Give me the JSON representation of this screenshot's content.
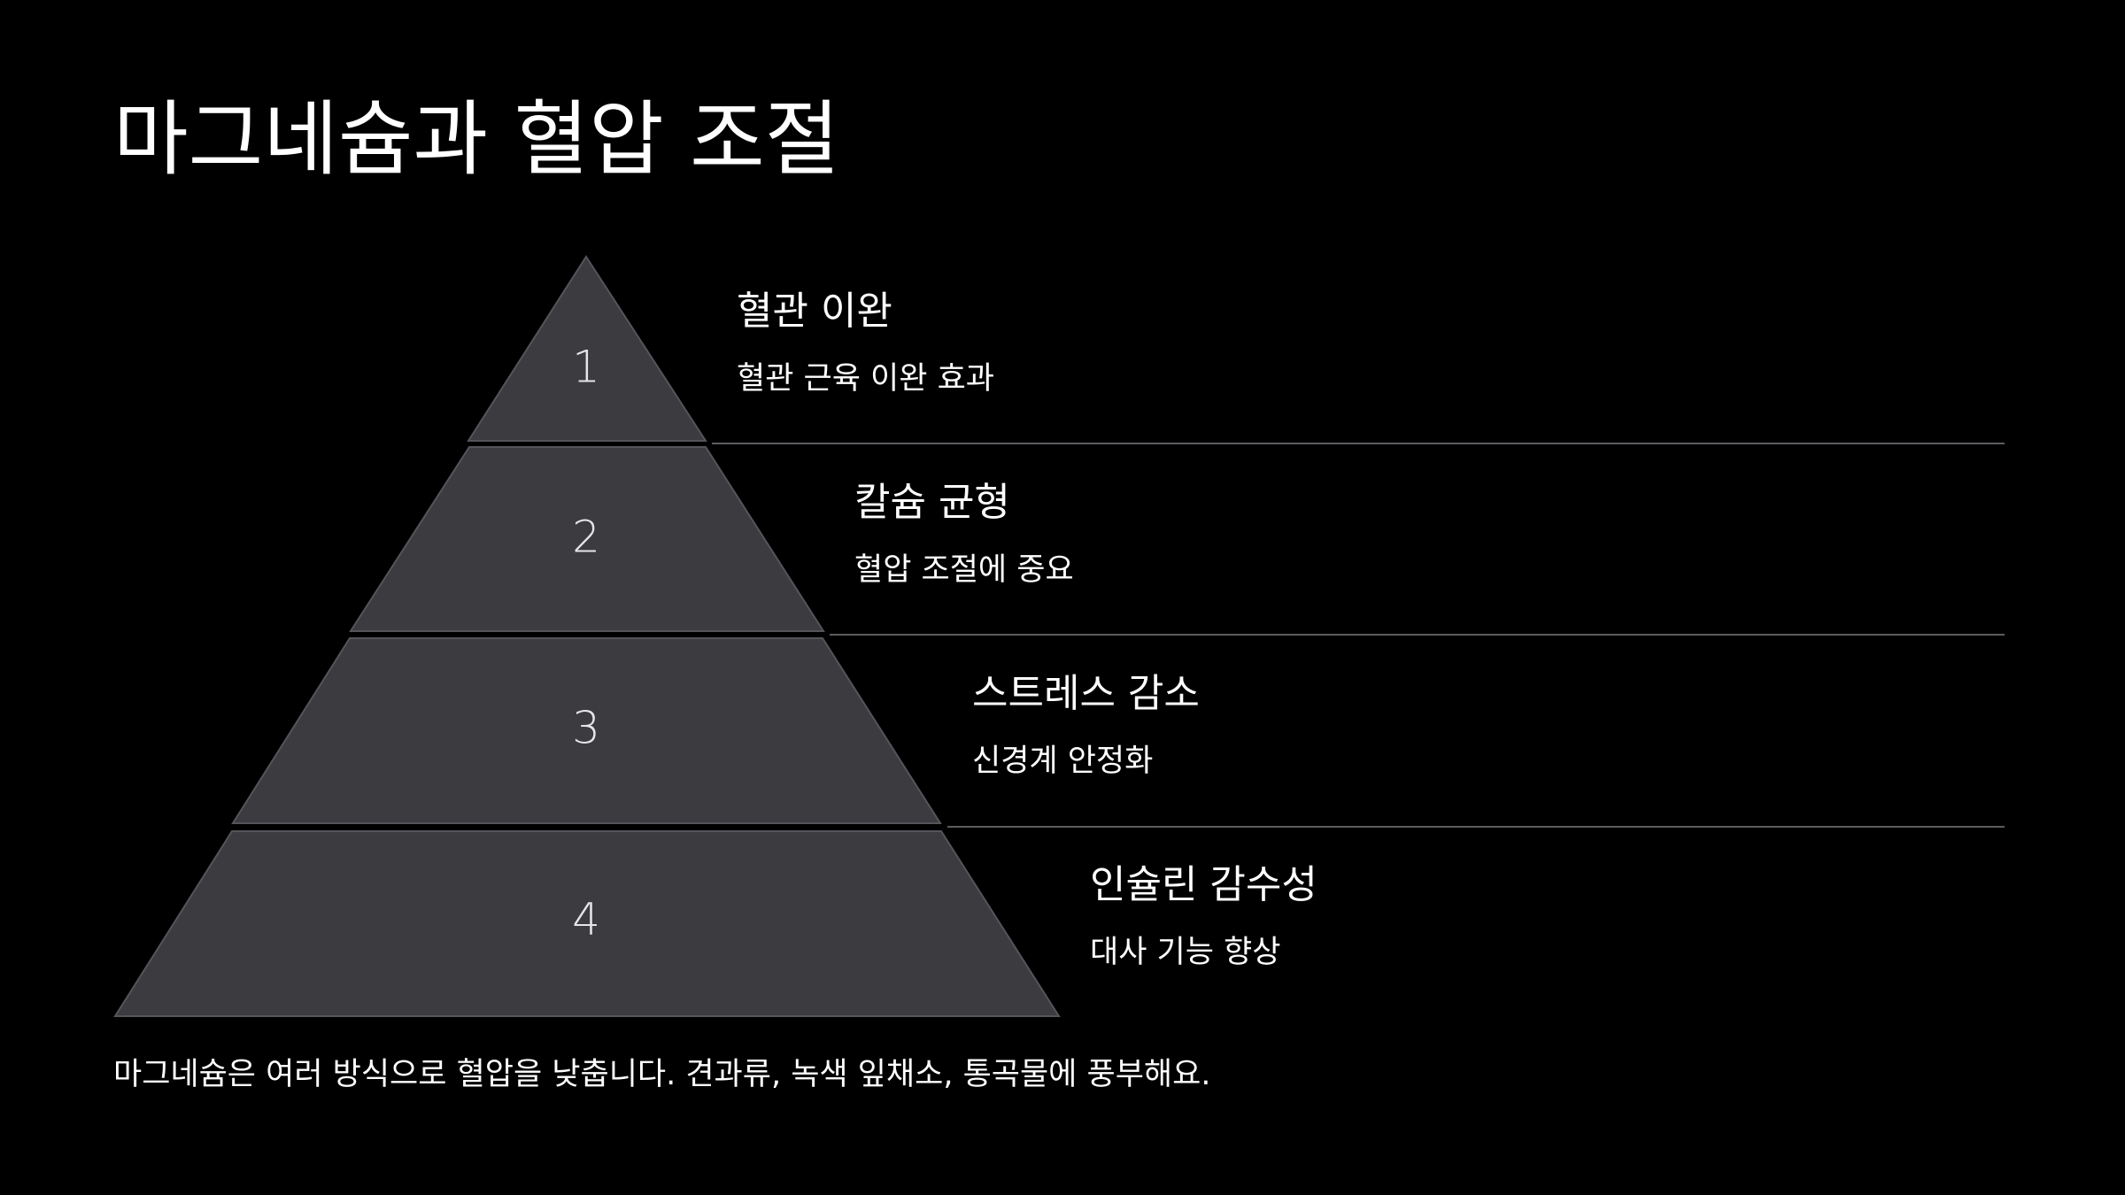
{
  "title": "마그네슘과 혈압 조절",
  "levels": [
    {
      "number": "1",
      "heading": "혈관 이완",
      "description": "혈관 근육 이완 효과"
    },
    {
      "number": "2",
      "heading": "칼슘 균형",
      "description": "혈압 조절에 중요"
    },
    {
      "number": "3",
      "heading": "스트레스 감소",
      "description": "신경계 안정화"
    },
    {
      "number": "4",
      "heading": "인슐린 감수성",
      "description": "대사 기능 향상"
    }
  ],
  "footer": "마그네슘은 여러 방식으로 혈압을 낮춥니다. 견과류, 녹색 잎채소, 통곡물에 풍부해요.",
  "colors": {
    "background": "#000000",
    "tier_fill": "#3c3b40",
    "text": "#ffffff",
    "divider": "#5c5c60"
  }
}
